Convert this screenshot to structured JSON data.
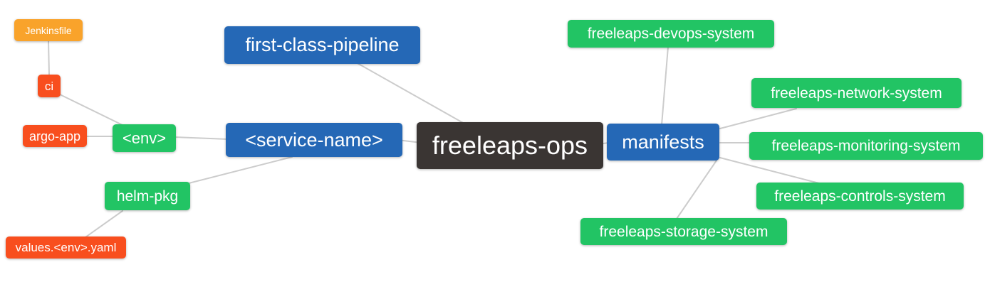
{
  "diagram": {
    "background": "#ffffff",
    "colors": {
      "blue": "#2568b6",
      "green": "#22c464",
      "orange": "#f9a32b",
      "red": "#f84e1e",
      "dark": "#3a3533",
      "edge": "#cccccc",
      "text": "#ffffff"
    },
    "nodes": {
      "jenkinsfile": {
        "label": "Jenkinsfile",
        "color": "orange"
      },
      "ci": {
        "label": "ci",
        "color": "red"
      },
      "argo_app": {
        "label": "argo-app",
        "color": "red"
      },
      "env": {
        "label": "<env>",
        "color": "green"
      },
      "service_name": {
        "label": "<service-name>",
        "color": "blue"
      },
      "first_class_pipeline": {
        "label": "first-class-pipeline",
        "color": "blue"
      },
      "freeleaps_ops": {
        "label": "freeleaps-ops",
        "color": "dark"
      },
      "manifests": {
        "label": "manifests",
        "color": "blue"
      },
      "devops_system": {
        "label": "freeleaps-devops-system",
        "color": "green"
      },
      "network_system": {
        "label": "freeleaps-network-system",
        "color": "green"
      },
      "monitoring_system": {
        "label": "freeleaps-monitoring-system",
        "color": "green"
      },
      "controls_system": {
        "label": "freeleaps-controls-system",
        "color": "green"
      },
      "storage_system": {
        "label": "freeleaps-storage-system",
        "color": "green"
      },
      "helm_pkg": {
        "label": "helm-pkg",
        "color": "green"
      },
      "values_yaml": {
        "label": "values.<env>.yaml",
        "color": "red"
      }
    },
    "edges": [
      [
        "jenkinsfile",
        "ci"
      ],
      [
        "ci",
        "env"
      ],
      [
        "argo_app",
        "env"
      ],
      [
        "env",
        "service_name"
      ],
      [
        "helm_pkg",
        "service_name"
      ],
      [
        "values_yaml",
        "helm_pkg"
      ],
      [
        "first_class_pipeline",
        "freeleaps_ops"
      ],
      [
        "service_name",
        "freeleaps_ops"
      ],
      [
        "freeleaps_ops",
        "manifests"
      ],
      [
        "manifests",
        "devops_system"
      ],
      [
        "manifests",
        "network_system"
      ],
      [
        "manifests",
        "monitoring_system"
      ],
      [
        "manifests",
        "controls_system"
      ],
      [
        "manifests",
        "storage_system"
      ]
    ]
  }
}
